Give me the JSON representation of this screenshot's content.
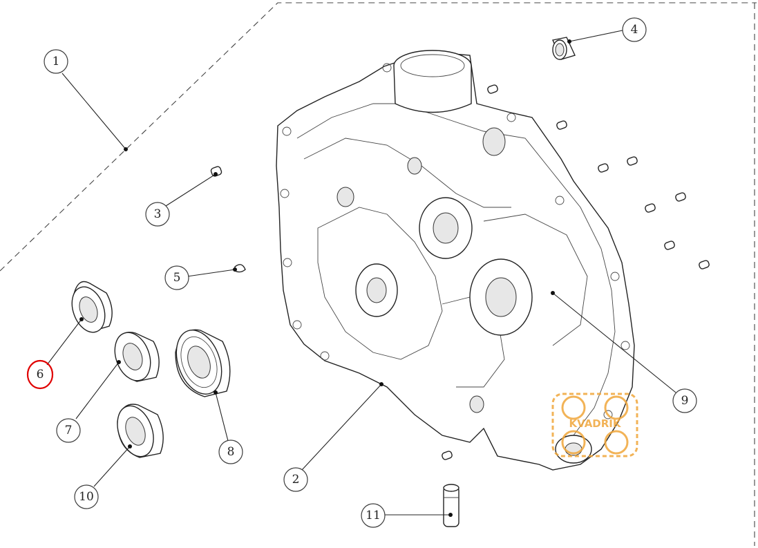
{
  "callouts": [
    {
      "id": "1",
      "label": "1"
    },
    {
      "id": "2",
      "label": "2"
    },
    {
      "id": "3",
      "label": "3"
    },
    {
      "id": "4",
      "label": "4"
    },
    {
      "id": "5",
      "label": "5"
    },
    {
      "id": "6",
      "label": "6",
      "highlighted": true
    },
    {
      "id": "7",
      "label": "7"
    },
    {
      "id": "8",
      "label": "8"
    },
    {
      "id": "9",
      "label": "9"
    },
    {
      "id": "10",
      "label": "10"
    },
    {
      "id": "11",
      "label": "11"
    }
  ],
  "highlight_color": "#e00000",
  "line_color": "#222222",
  "watermark": {
    "text": "KVADRIK",
    "color": "#f0a63a"
  }
}
